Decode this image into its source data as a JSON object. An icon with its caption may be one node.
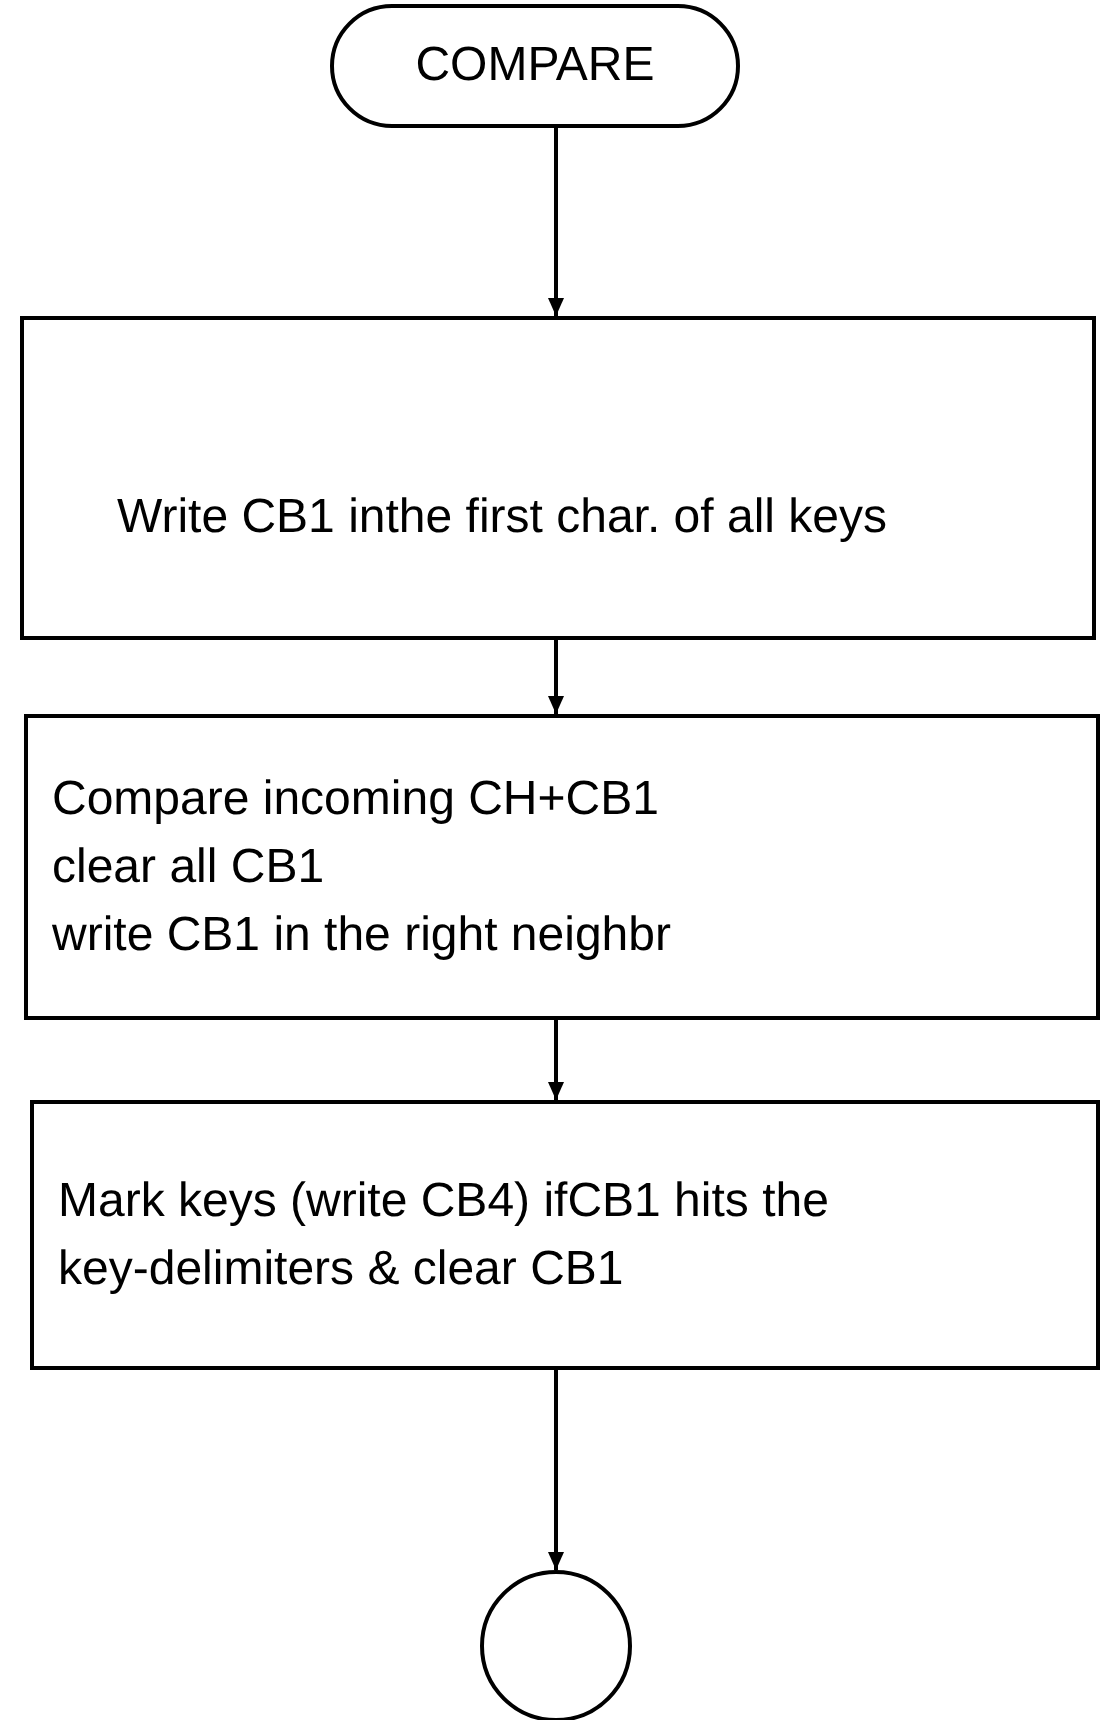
{
  "diagram": {
    "nodes": [
      {
        "text": [
          "COMPARE"
        ]
      },
      {
        "text": [
          "Write CB1 inthe first char. of all keys"
        ]
      },
      {
        "text": [
          "Compare incoming CH+CB1",
          "clear all CB1",
          "write CB1 in the right neighbr"
        ]
      },
      {
        "text": [
          "Mark keys (write CB4) ifCB1 hits the key-delimiters & clear CB1"
        ]
      },
      {
        "text": [],
        "shape": "circle"
      }
    ],
    "edges": [
      {
        "from": 0,
        "to": 1,
        "arrow": "to"
      },
      {
        "from": 1,
        "to": 2,
        "arrow": "to"
      },
      {
        "from": 2,
        "to": 3,
        "arrow": "to"
      },
      {
        "from": 3,
        "to": 4,
        "arrow": "to"
      }
    ]
  }
}
